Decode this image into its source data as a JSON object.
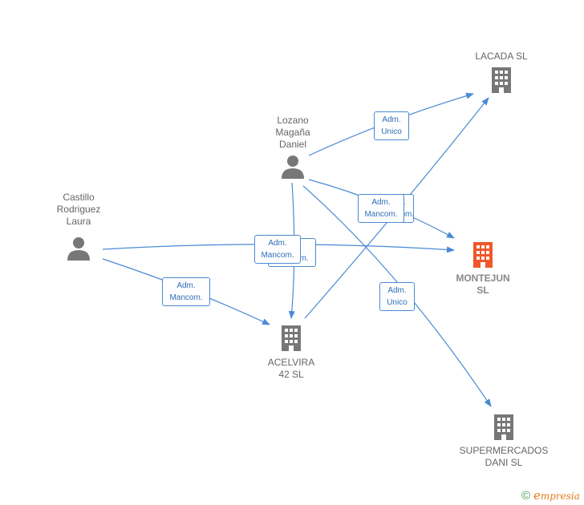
{
  "colors": {
    "edge": "#4a8ad4",
    "person": "#777777",
    "company": "#777777",
    "focus_company": "#f0572a",
    "label_text": "#2f6db8"
  },
  "nodes": {
    "lozano": {
      "name": "Lozano\nMagaña\nDaniel",
      "type": "person",
      "icon": "person-icon"
    },
    "castillo": {
      "name": "Castillo\nRodriguez\nLaura",
      "type": "person",
      "icon": "person-icon"
    },
    "lacada": {
      "name": "LACADA  SL",
      "type": "company",
      "icon": "building-icon"
    },
    "montejun": {
      "name": "MONTEJUN\nSL",
      "type": "company-focus",
      "icon": "building-icon"
    },
    "acelvira": {
      "name": "ACELVIRA\n42  SL",
      "type": "company",
      "icon": "building-icon"
    },
    "supermercados": {
      "name": "SUPERMERCADOS\nDANI SL",
      "type": "company",
      "icon": "building-icon"
    }
  },
  "edge_labels": {
    "lozano_lacada": [
      "Adm.",
      "Unico"
    ],
    "lozano_montejun_back": [
      "Adm.",
      "Mancom."
    ],
    "lozano_montejun": [
      "Adm.",
      "Mancom."
    ],
    "castillo_montejun_back": [
      "Adm.",
      "Mancom."
    ],
    "castillo_montejun": [
      "Adm.",
      "Mancom."
    ],
    "castillo_acelvira": [
      "Adm.",
      "Mancom."
    ],
    "lozano_super": [
      "Adm.",
      "Unico"
    ]
  },
  "footer": {
    "copyright": "©",
    "brand_initial": "e",
    "brand_rest": "mpresia"
  }
}
